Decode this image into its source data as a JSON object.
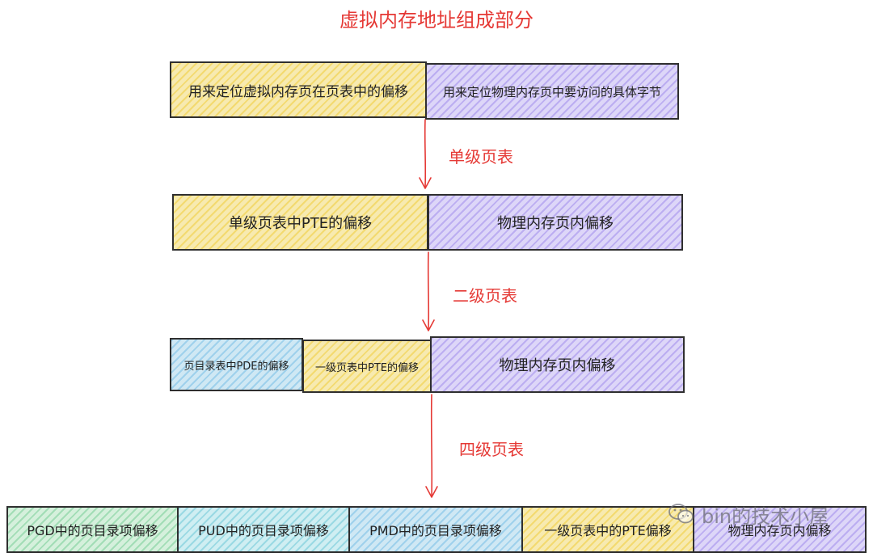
{
  "title": "虚拟内存地址组成部分",
  "row1": {
    "left": "用来定位虚拟内存页在页表中的偏移",
    "right": "用来定位物理内存页中要访问的具体字节"
  },
  "arrow1_label": "单级页表",
  "row2": {
    "left": "单级页表中PTE的偏移",
    "right": "物理内存页内偏移"
  },
  "arrow2_label": "二级页表",
  "row3": {
    "pde": "页目录表中PDE的偏移",
    "pte": "一级页表中PTE的偏移",
    "offset": "物理内存页内偏移"
  },
  "arrow3_label": "四级页表",
  "row4": {
    "pgd": "PGD中的页目录项偏移",
    "pud": "PUD中的页目录项偏移",
    "pmd": "PMD中的页目录项偏移",
    "pte": "一级页表中的PTE偏移",
    "offset": "物理内存页内偏移"
  },
  "watermark": "bin的技术小屋",
  "colors": {
    "title": "#e53935",
    "arrow": "#e53935",
    "yellow": "#f7eab0",
    "purple": "#ddd6f8",
    "blue": "#cfe8f4",
    "green": "#d5f0dc",
    "cyan": "#cfeef2"
  }
}
